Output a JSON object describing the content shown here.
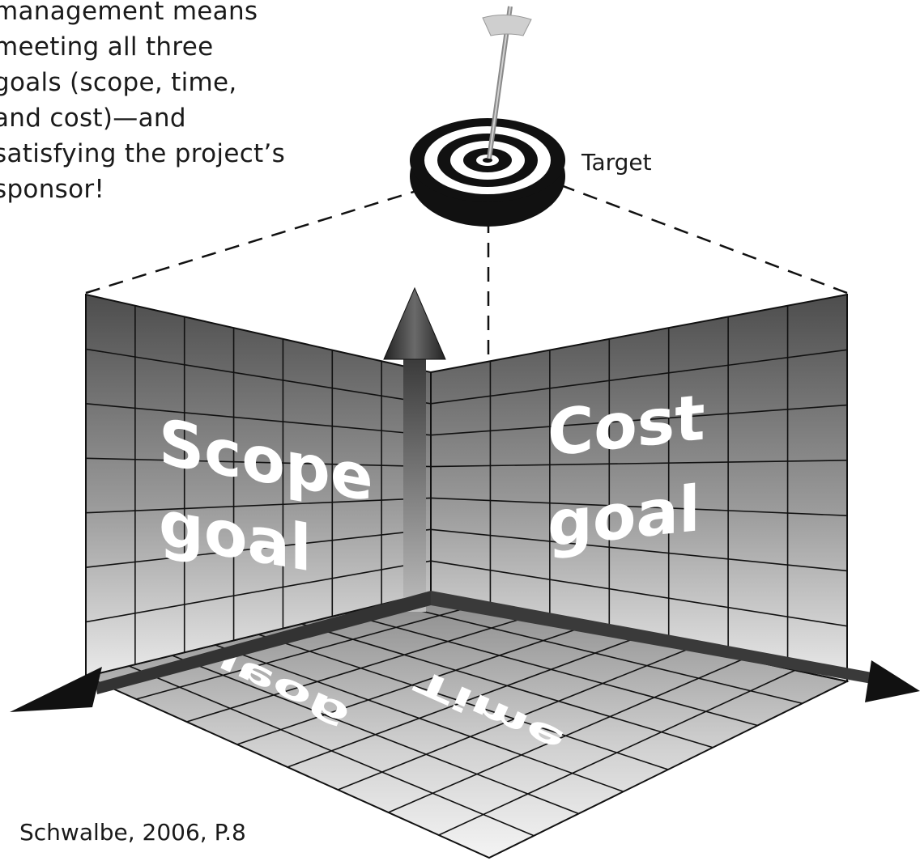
{
  "intro_text": "management means\nmeeting all three\ngoals (scope, time,\nand cost)—and\nsatisfying the project’s\nsponsor!",
  "target_label": "Target",
  "scope_goal": {
    "line1": "Scope",
    "line2": "goal"
  },
  "cost_goal": {
    "line1": "Cost",
    "line2": "goal"
  },
  "time_goal": {
    "line1": "Time",
    "line2": "goal"
  },
  "citation": "Schwalbe, 2006, P.8"
}
